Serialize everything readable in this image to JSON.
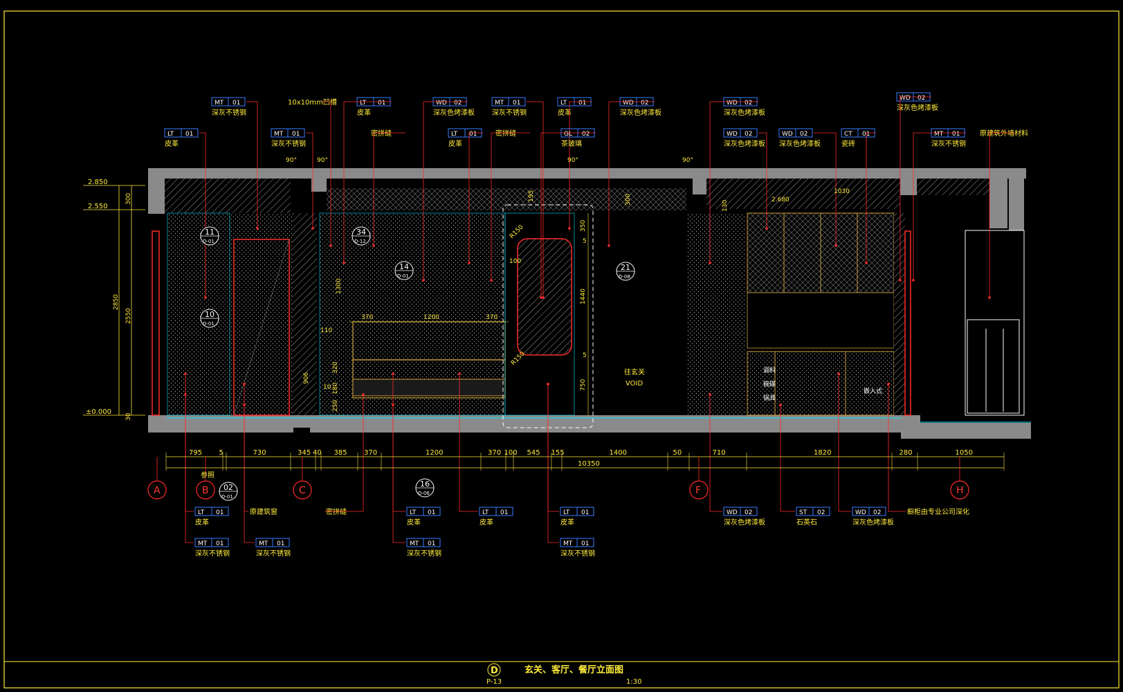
{
  "drawing": {
    "title": "玄关、客厅、餐厅立面图",
    "view_id": "D",
    "sheet": "P-13",
    "scale": "1:30"
  },
  "top_tags": [
    {
      "code": "MT",
      "num": "01",
      "desc": "深灰不锈钢"
    },
    {
      "code": "",
      "num": "",
      "desc": "10x10mm凹槽"
    },
    {
      "code": "LT",
      "num": "01",
      "desc": "皮革"
    },
    {
      "code": "WD",
      "num": "02",
      "desc": "深灰色烤漆板"
    },
    {
      "code": "MT",
      "num": "01",
      "desc": "深灰不锈钢"
    },
    {
      "code": "LT",
      "num": "01",
      "desc": "皮革"
    },
    {
      "code": "WD",
      "num": "02",
      "desc": "深灰色烤漆板"
    },
    {
      "code": "WD",
      "num": "02",
      "desc": "深灰色烤漆板"
    },
    {
      "code": "WD",
      "num": "02",
      "desc": "深灰色烤漆板"
    },
    {
      "code": "LT",
      "num": "01",
      "desc": "皮革"
    },
    {
      "code": "MT",
      "num": "01",
      "desc": "深灰不锈钢"
    },
    {
      "code": "",
      "num": "",
      "desc": "密拼缝"
    },
    {
      "code": "LT",
      "num": "01",
      "desc": "皮革"
    },
    {
      "code": "",
      "num": "",
      "desc": "密拼缝"
    },
    {
      "code": "GL",
      "num": "02",
      "desc": "茶玻璃"
    },
    {
      "code": "WD",
      "num": "02",
      "desc": "深灰色烤漆板"
    },
    {
      "code": "WD",
      "num": "02",
      "desc": "深灰色烤漆板"
    },
    {
      "code": "CT",
      "num": "01",
      "desc": "瓷砖"
    },
    {
      "code": "MT",
      "num": "01",
      "desc": "深灰不锈钢"
    },
    {
      "code": "",
      "num": "",
      "desc": "原建筑外墙材料"
    }
  ],
  "bottom_tags": [
    {
      "code": "LT",
      "num": "01",
      "desc": "皮革"
    },
    {
      "code": "",
      "num": "",
      "desc": "原建筑窗"
    },
    {
      "code": "",
      "num": "",
      "desc": "密拼缝"
    },
    {
      "code": "LT",
      "num": "01",
      "desc": "皮革"
    },
    {
      "code": "LT",
      "num": "01",
      "desc": "皮革"
    },
    {
      "code": "LT",
      "num": "01",
      "desc": "皮革"
    },
    {
      "code": "WD",
      "num": "02",
      "desc": "深灰色烤漆板"
    },
    {
      "code": "ST",
      "num": "02",
      "desc": "石英石"
    },
    {
      "code": "WD",
      "num": "02",
      "desc": "深灰色烤漆板"
    },
    {
      "code": "",
      "num": "",
      "desc": "橱柜由专业公司深化"
    },
    {
      "code": "MT",
      "num": "01",
      "desc": "深灰不锈钢"
    },
    {
      "code": "MT",
      "num": "01",
      "desc": "深灰不锈钢"
    },
    {
      "code": "MT",
      "num": "01",
      "desc": "深灰不锈钢"
    },
    {
      "code": "MT",
      "num": "01",
      "desc": "深灰不锈钢"
    }
  ],
  "levels": [
    "2.850",
    "2.550",
    "±0.000"
  ],
  "left_dims": [
    "300",
    "2550",
    "2850",
    "30"
  ],
  "bottom_dims": [
    "795",
    "5",
    "730",
    "345",
    "40",
    "385",
    "370",
    "1200",
    "370",
    "100",
    "545",
    "155",
    "1400",
    "50",
    "710",
    "1820",
    "280",
    "1050"
  ],
  "total_dim": "10350",
  "inner_dims": {
    "a": "370",
    "b": "1200",
    "c": "370",
    "v1": "350",
    "v2": "1440",
    "v3": "750",
    "v4": "5",
    "v5": "5",
    "h1": "1300",
    "h2": "110",
    "h3": "320",
    "h4": "180",
    "h5": "250",
    "h6": "906",
    "h7": "10",
    "h8": "100",
    "r1": "R150",
    "r2": "R150",
    "top1": "195",
    "top2": "300",
    "top3": "130",
    "lvl": "2.680",
    "w": "1030",
    "ang1": "90°",
    "ang2": "90°",
    "ang3": "90°",
    "ang4": "90°"
  },
  "grid_axes": [
    "A",
    "B",
    "C",
    "F",
    "H"
  ],
  "callouts": [
    {
      "num": "11",
      "ref": "D-01"
    },
    {
      "num": "10",
      "ref": "D-01"
    },
    {
      "num": "34",
      "ref": "D-12"
    },
    {
      "num": "14",
      "ref": "D-01"
    },
    {
      "num": "21",
      "ref": "D-08"
    },
    {
      "num": "02",
      "ref": "D-01"
    },
    {
      "num": "16",
      "ref": "D-06"
    }
  ],
  "notes": {
    "void1": "往玄关",
    "void2": "VOID",
    "see": "参照",
    "k1": "调料",
    "k2": "碗碟",
    "k3": "锅具",
    "k4": "嵌入式"
  },
  "colors": {
    "wall": "#8a8a8a",
    "tag_box": "#3a7bff",
    "text": "#ffeb3b",
    "leader": "#ff2a2a",
    "hatch": "#d0d0d0",
    "cyan": "#00e5ff",
    "gold": "#c89b3c"
  }
}
